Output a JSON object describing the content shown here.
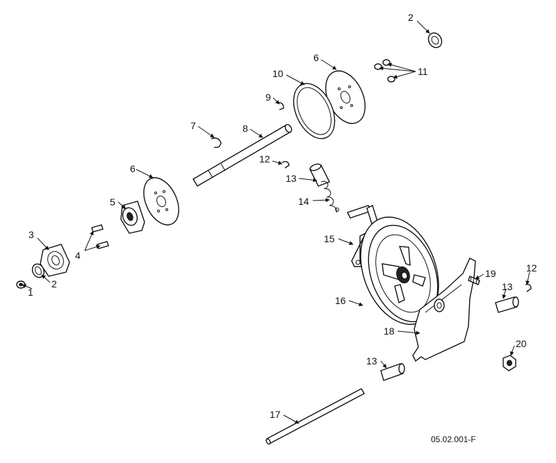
{
  "diagram": {
    "code": "05.02.001-F",
    "callouts": {
      "c1": "1",
      "c2a": "2",
      "c2b": "2",
      "c3": "3",
      "c4": "4",
      "c5": "5",
      "c6a": "6",
      "c6b": "6",
      "c7": "7",
      "c8": "8",
      "c9": "9",
      "c10": "10",
      "c11": "11",
      "c12a": "12",
      "c12b": "12",
      "c13a": "13",
      "c13b": "13",
      "c13c": "13",
      "c14": "14",
      "c15": "15",
      "c16": "16",
      "c17": "17",
      "c18": "18",
      "c19": "19",
      "c20": "20"
    }
  }
}
